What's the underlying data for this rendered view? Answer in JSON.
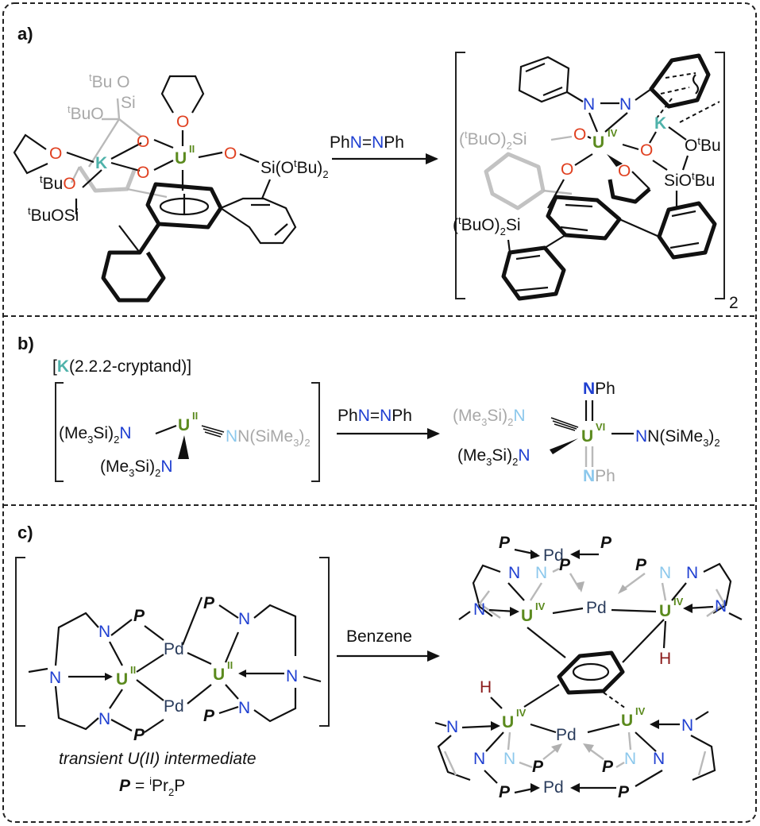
{
  "panels": {
    "a": {
      "label": "a)",
      "reagent": [
        "Ph",
        "N",
        "=",
        "N",
        "Ph"
      ],
      "bracket_sub": "2"
    },
    "b": {
      "label": "b)",
      "counterion": [
        "[",
        "K",
        "(2.2.2-cryptand)]"
      ],
      "reagent": [
        "Ph",
        "N",
        "=",
        "N",
        "Ph"
      ]
    },
    "c": {
      "label": "c)",
      "reagent": "Benzene",
      "caption": "transient U(II) intermediate",
      "p_def_left": "P",
      "p_def_right": "= ",
      "p_def_sup": "i",
      "p_def_rest": "Pr",
      "p_def_sub": "2",
      "p_def_end": "P"
    }
  },
  "atoms": {
    "U": "U",
    "K": "K",
    "O": "O",
    "N": "N",
    "P": "P",
    "Pd": "Pd",
    "H": "H",
    "ox2": "II",
    "ox4": "IV",
    "ox6": "VI",
    "tBu_sup": "t",
    "Bu": "Bu",
    "Si": "Si",
    "OtBu2_a": "Si(O",
    "OtBu2_b": "Bu)",
    "sub2": "2",
    "tBuO": "BuO",
    "tBuO2Si_a": "(",
    "tBuO2Si_b": "BuO)",
    "tBuO2Si_c": "Si",
    "SiOtBu": "SiO",
    "Ot": "O",
    "NSiMe3_a": "N(SiMe",
    "NSiMe3_b": ")",
    "Me3Si_a": "(Me",
    "Me3Si_b": "Si)",
    "sub3": "3",
    "NPh": "Ph",
    "tBuOSi": "BuOSi",
    "tBuOr": "BuO"
  },
  "colors": {
    "U": "#5b8a1e",
    "K": "#4fb2aa",
    "O": "#e04020",
    "N": "#1f3fd1",
    "N_light": "#8cc8ec",
    "Pd": "#2a3c5c",
    "H": "#8b1a1a",
    "grey": "#a8a8a8"
  }
}
